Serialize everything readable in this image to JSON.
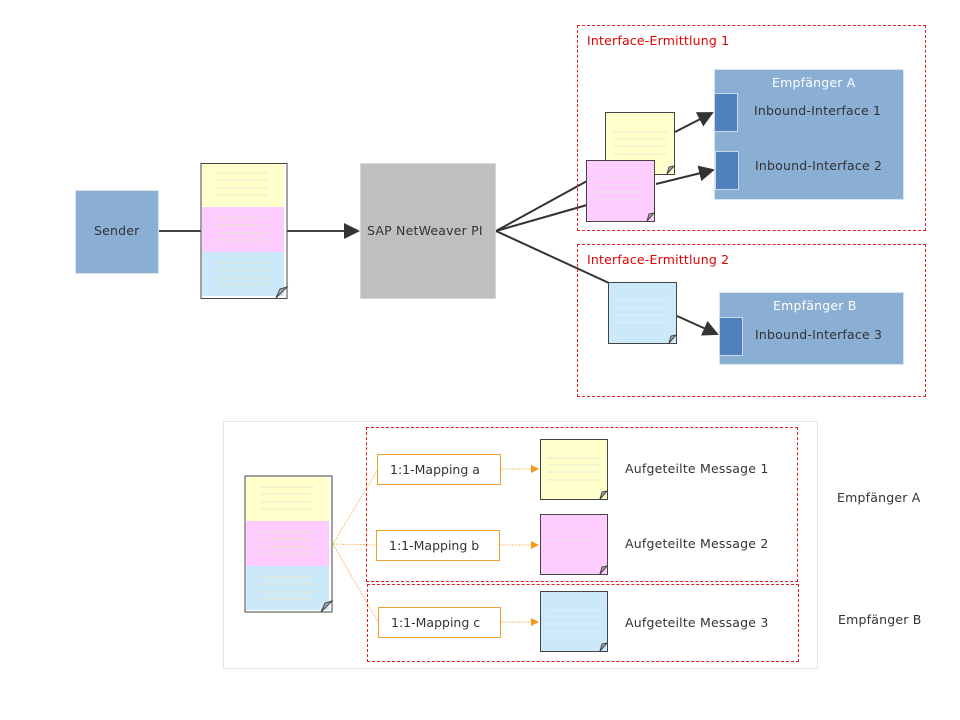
{
  "top": {
    "sender_label": "Sender",
    "pi_label": "SAP NetWeaver PI",
    "group1": {
      "title": "Interface-Ermittlung 1",
      "receiver": "Empfänger A",
      "interfaces": [
        "Inbound-Interface 1",
        "Inbound-Interface 2"
      ]
    },
    "group2": {
      "title": "Interface-Ermittlung 2",
      "receiver": "Empfänger B",
      "interfaces": [
        "Inbound-Interface 3"
      ]
    }
  },
  "bottom": {
    "mappings": [
      "1:1-Mapping a",
      "1:1-Mapping b",
      "1:1-Mapping c"
    ],
    "messages": [
      "Aufgeteilte Message 1",
      "Aufgeteilte Message 2",
      "Aufgeteilte Message 3"
    ],
    "receivers": [
      "Empfänger A",
      "Empfänger B"
    ]
  },
  "colors": {
    "yellow": "#ffffcc",
    "pink": "#ffccff",
    "lightblue": "#cce9fa",
    "receiver_blue": "#8aaed4",
    "port_blue": "#4f81bd",
    "pi_gray": "#bfbfbf",
    "dashed_red": "#e02020",
    "mapping_orange": "#f0a030"
  }
}
